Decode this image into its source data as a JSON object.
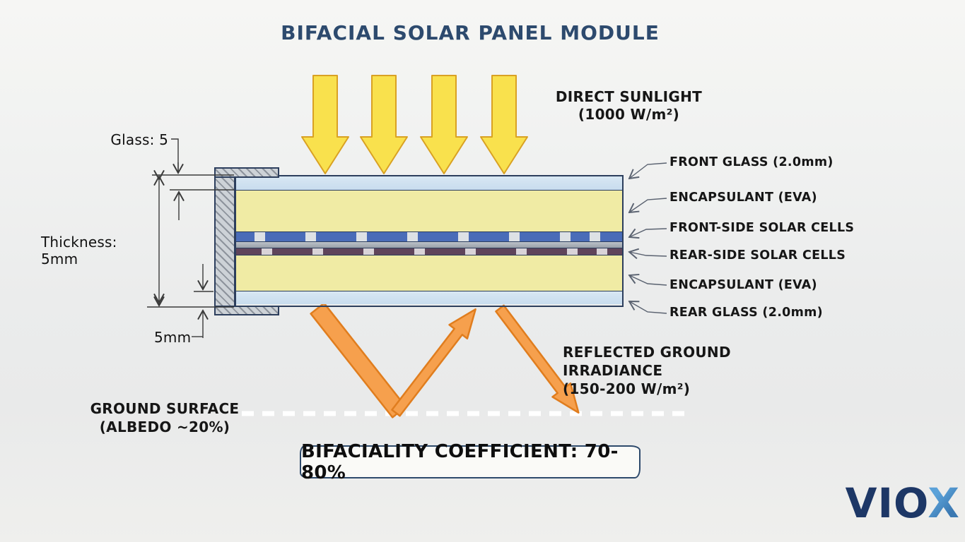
{
  "title": "BIFACIAL SOLAR PANEL MODULE",
  "sunlight": {
    "line1": "DIRECT SUNLIGHT",
    "line2": "(1000 W/m²)"
  },
  "dimensions": {
    "front_glass": "Glass: 5",
    "total_thickness": "Thickness: 5mm",
    "rear_glass": "5mm"
  },
  "layers": [
    {
      "label": "FRONT GLASS (2.0mm)"
    },
    {
      "label": "ENCAPSULANT (EVA)"
    },
    {
      "label": "FRONT-SIDE SOLAR CELLS"
    },
    {
      "label": "REAR-SIDE SOLAR CELLS"
    },
    {
      "label": "ENCAPSULANT (EVA)"
    },
    {
      "label": "REAR GLASS (2.0mm)"
    }
  ],
  "reflected": {
    "line1": "REFLECTED GROUND IRRADIANCE",
    "line2": "(150-200 W/m²)"
  },
  "ground": {
    "line1": "GROUND SURFACE",
    "line2": "(ALBEDO ~20%)"
  },
  "coefficient": "BIFACIALITY COEFFICIENT: 70-80%",
  "logo": {
    "part1": "VIO",
    "part2": "X"
  },
  "colors": {
    "title_navy": "#2d4a6e",
    "sun_arrow_fill": "#f9e14d",
    "sun_arrow_stroke": "#d9a123",
    "reflect_arrow_fill": "#f6a04d",
    "reflect_arrow_stroke": "#e07d1e",
    "glass_layer": "#cfe2f0",
    "eva_layer": "#f0eba4",
    "front_cells": "#4a6cb8",
    "rear_cells": "#5f445a",
    "panel_border": "#2c3e5d",
    "ground_dash": "#ffffff",
    "logo_navy": "#1d3766",
    "logo_blue": "#4a90c8"
  }
}
